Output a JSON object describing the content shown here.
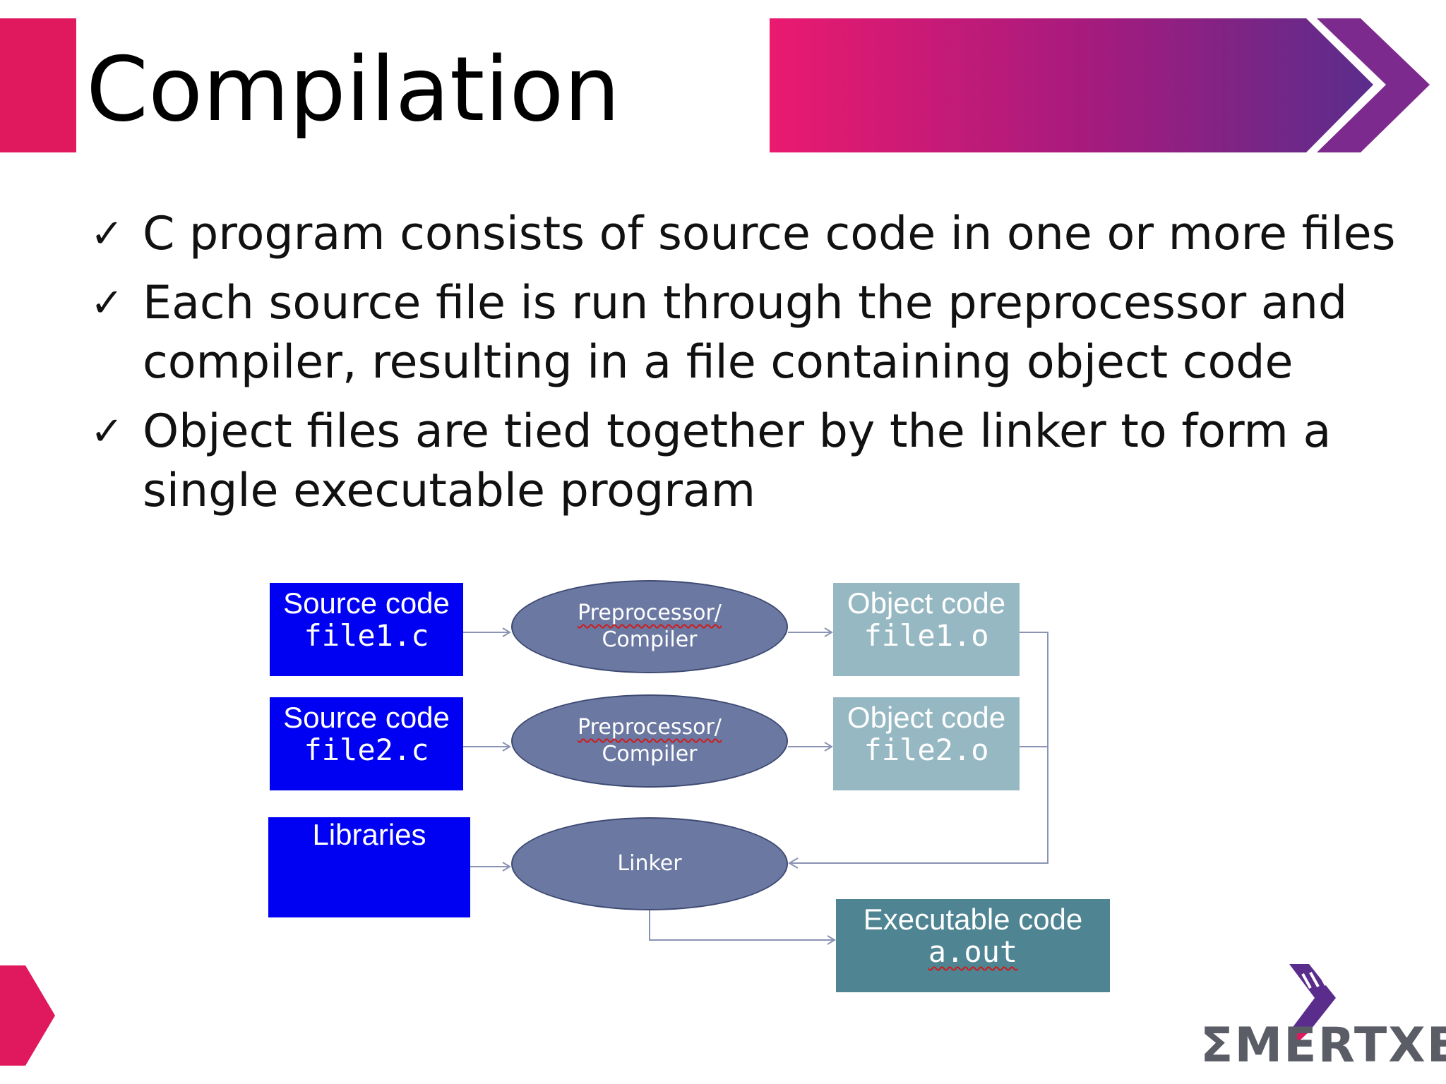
{
  "slide": {
    "title": "Compilation",
    "bullets": [
      "C program consists of source code in one or more files",
      "Each source file is run through the preprocessor and compiler, resulting in a file containing object code",
      "Object files are tied together by the linker to form a single executable program"
    ]
  },
  "diagram": {
    "sources": [
      {
        "label": "Source code",
        "file": "file1.c"
      },
      {
        "label": "Source code",
        "file": "file2.c"
      }
    ],
    "libraries": "Libraries",
    "compilers": [
      {
        "line1": "Preprocessor/",
        "line2": "Compiler"
      },
      {
        "line1": "Preprocessor/",
        "line2": "Compiler"
      }
    ],
    "objects": [
      {
        "label": "Object code",
        "file": "file1.o"
      },
      {
        "label": "Object code",
        "file": "file2.o"
      }
    ],
    "linker": "Linker",
    "executable": {
      "label": "Executable code",
      "file": "a.out"
    }
  },
  "logo": {
    "text": "ƩMERTXE"
  },
  "colors": {
    "accent_pink": "#e0195e",
    "accent_purple": "#5a2d8c",
    "source_box": "#0000f2",
    "object_box": "#96b8c2",
    "executable_box": "#4f8492",
    "process_ellipse": "#6b78a2"
  }
}
